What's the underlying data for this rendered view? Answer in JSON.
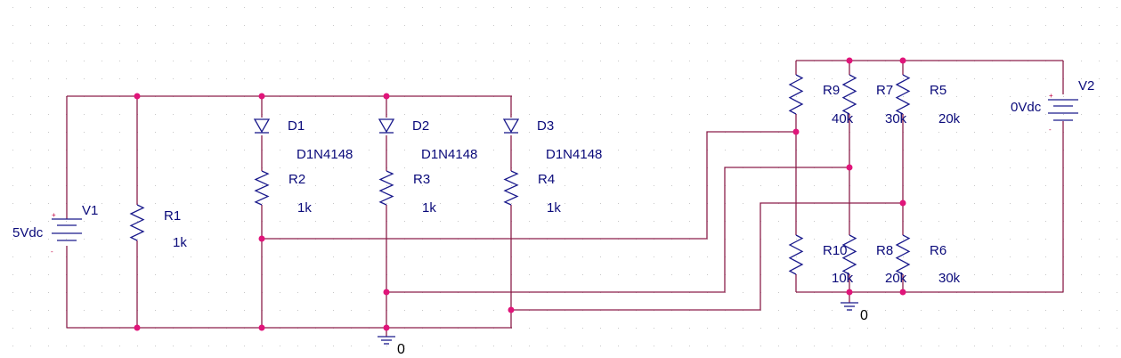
{
  "colors": {
    "wire": "#8c1f4a",
    "component": "#1a1a8c",
    "junction": "#e0157a",
    "label": "#0a0a7a"
  },
  "sources": [
    {
      "ref": "V1",
      "value": "5Vdc"
    },
    {
      "ref": "V2",
      "value": "0Vdc"
    }
  ],
  "diodes": [
    {
      "ref": "D1",
      "model": "D1N4148"
    },
    {
      "ref": "D2",
      "model": "D1N4148"
    },
    {
      "ref": "D3",
      "model": "D1N4148"
    }
  ],
  "resistors": [
    {
      "ref": "R1",
      "value": "1k"
    },
    {
      "ref": "R2",
      "value": "1k"
    },
    {
      "ref": "R3",
      "value": "1k"
    },
    {
      "ref": "R4",
      "value": "1k"
    },
    {
      "ref": "R9",
      "value": "40k"
    },
    {
      "ref": "R7",
      "value": "30k"
    },
    {
      "ref": "R5",
      "value": "20k"
    },
    {
      "ref": "R10",
      "value": "10k"
    },
    {
      "ref": "R8",
      "value": "20k"
    },
    {
      "ref": "R6",
      "value": "30k"
    }
  ],
  "grounds": [
    {
      "label": "0"
    },
    {
      "label": "0"
    }
  ],
  "polarity": {
    "plus": "+",
    "minus": "-"
  }
}
